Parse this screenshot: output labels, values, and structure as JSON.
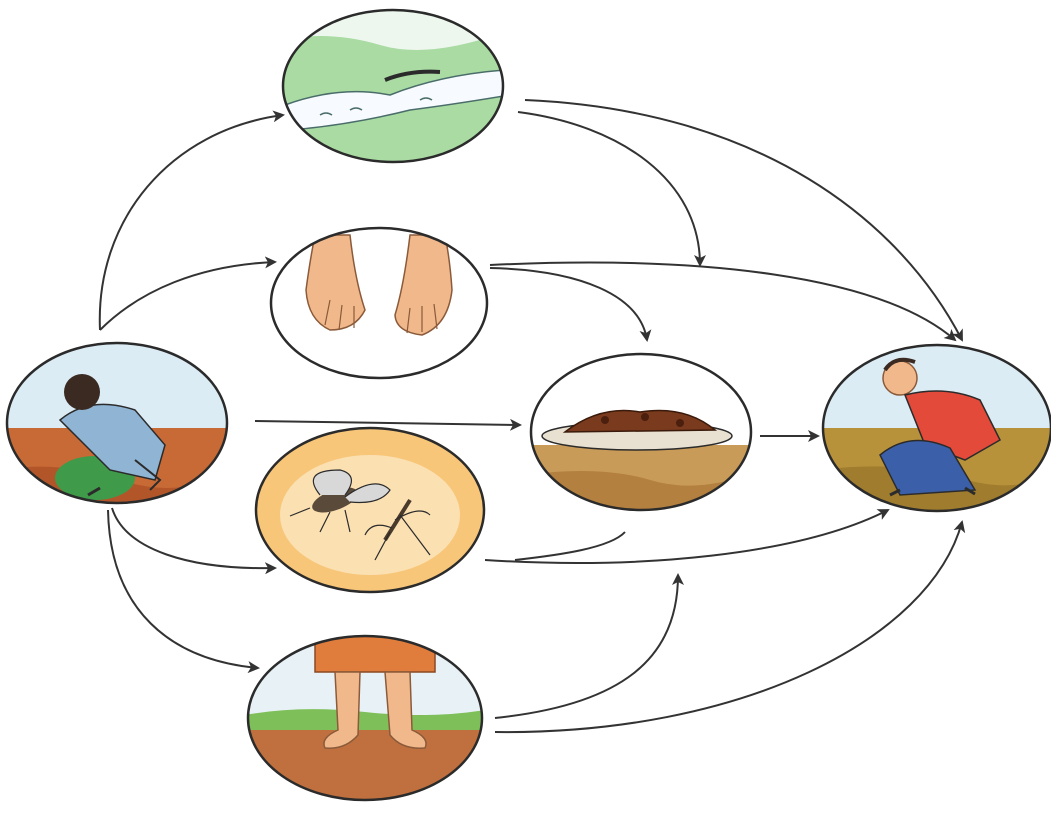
{
  "diagram": {
    "nodes": [
      {
        "id": "person-defecating",
        "icon": "squatting-person-icon"
      },
      {
        "id": "water",
        "icon": "stream-icon"
      },
      {
        "id": "hands",
        "icon": "hands-icon"
      },
      {
        "id": "flies",
        "icon": "flies-icon"
      },
      {
        "id": "feet",
        "icon": "bare-feet-icon"
      },
      {
        "id": "food",
        "icon": "food-plate-icon"
      },
      {
        "id": "new-host",
        "icon": "crouching-person-icon"
      }
    ],
    "edges": [
      {
        "from": "person-defecating",
        "to": "water"
      },
      {
        "from": "person-defecating",
        "to": "hands"
      },
      {
        "from": "person-defecating",
        "to": "food"
      },
      {
        "from": "person-defecating",
        "to": "flies"
      },
      {
        "from": "person-defecating",
        "to": "feet"
      },
      {
        "from": "water",
        "to": "food"
      },
      {
        "from": "water",
        "to": "new-host"
      },
      {
        "from": "hands",
        "to": "food"
      },
      {
        "from": "hands",
        "to": "new-host"
      },
      {
        "from": "flies",
        "to": "food"
      },
      {
        "from": "flies",
        "to": "new-host"
      },
      {
        "from": "feet",
        "to": "food"
      },
      {
        "from": "feet",
        "to": "new-host"
      },
      {
        "from": "food",
        "to": "new-host"
      }
    ],
    "colors": {
      "outline": "#2b2b2b",
      "arrow": "#333333",
      "soil": "#c0612f",
      "sky": "#cfe6f2",
      "grass": "#8fcf86",
      "skin": "#f1b98b",
      "flies_bg": "#f1b461",
      "shirt_red": "#e34a3a",
      "pants_blue": "#3b5fa8"
    }
  }
}
